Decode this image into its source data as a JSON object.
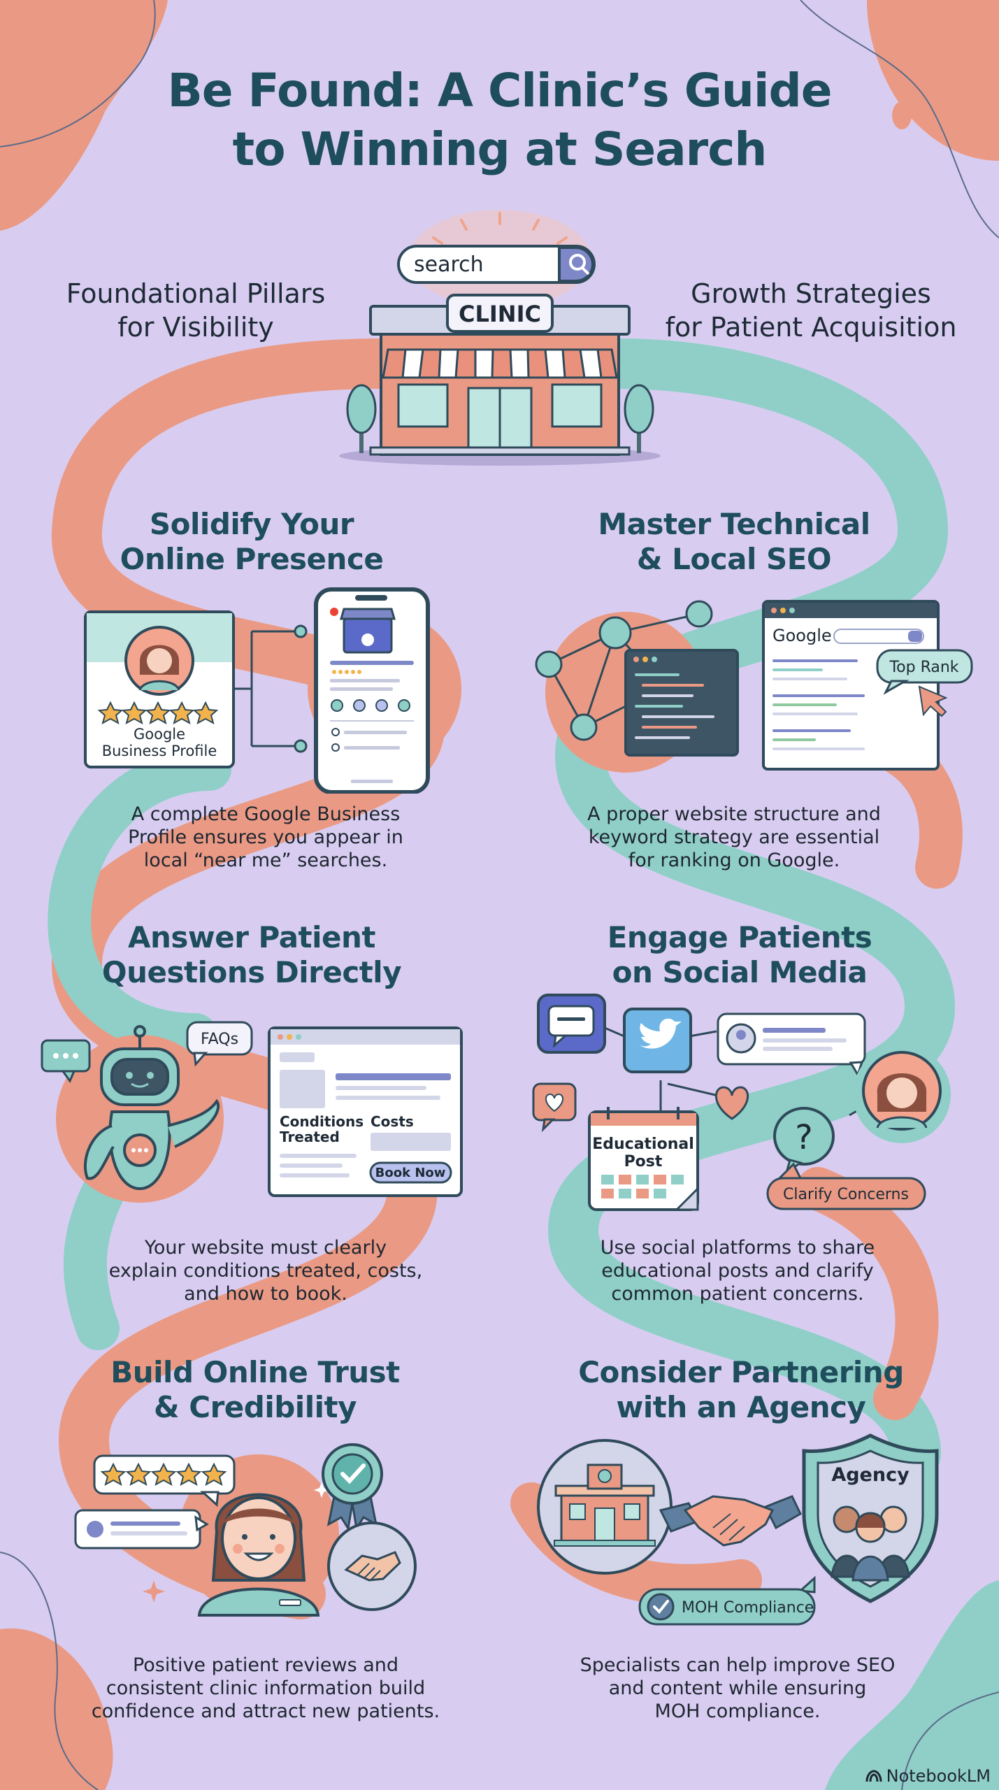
{
  "title_line1": "Be Found: A Clinic’s Guide",
  "title_line2": "to Winning at Search",
  "hero": {
    "search_text": "search",
    "sign_text": "CLINIC"
  },
  "columns": {
    "left_line1": "Foundational Pillars",
    "left_line2": "for Visibility",
    "right_line1": "Growth Strategies",
    "right_line2": "for Patient Acquisition"
  },
  "sections": {
    "s1": {
      "title1": "Solidify Your",
      "title2": "Online Presence",
      "card_label1": "Google",
      "card_label2": "Business Profile",
      "desc1": "A complete Google Business",
      "desc2": "Profile ensures you appear in",
      "desc3": "local “near me” searches."
    },
    "s2": {
      "title1": "Master Technical",
      "title2": "& Local SEO",
      "browser_logo": "Google",
      "badge": "Top Rank",
      "desc1": "A proper website structure and",
      "desc2": "keyword strategy are essential",
      "desc3": "for ranking on Google."
    },
    "s3": {
      "title1": "Answer Patient",
      "title2": "Questions Directly",
      "faq": "FAQs",
      "conditions1": "Conditions",
      "conditions2": "Treated",
      "costs": "Costs",
      "book_now": "Book Now",
      "desc1": "Your website must clearly",
      "desc2": "explain conditions treated, costs,",
      "desc3": "and how to book."
    },
    "s4": {
      "title1": "Engage Patients",
      "title2": "on Social Media",
      "post1": "Educational",
      "post2": "Post",
      "clarify": "Clarify Concerns",
      "desc1": "Use social platforms to share",
      "desc2": "educational posts and clarify",
      "desc3": "common patient concerns."
    },
    "s5": {
      "title1": "Build Online Trust",
      "title2": "& Credibility",
      "desc1": "Positive patient reviews and",
      "desc2": "consistent clinic information build",
      "desc3": "confidence and attract new patients."
    },
    "s6": {
      "title1": "Consider Partnering",
      "title2": "with an Agency",
      "agency": "Agency",
      "moh": "MOH Compliance",
      "desc1": "Specialists can help improve SEO",
      "desc2": "and content while ensuring",
      "desc3": "MOH compliance."
    }
  },
  "footer": {
    "brand": "NotebookLM"
  },
  "colors": {
    "background": "#d8cdf1",
    "coral": "#ea9a84",
    "teal": "#8fcfc7",
    "navy": "#1e4d5c"
  }
}
